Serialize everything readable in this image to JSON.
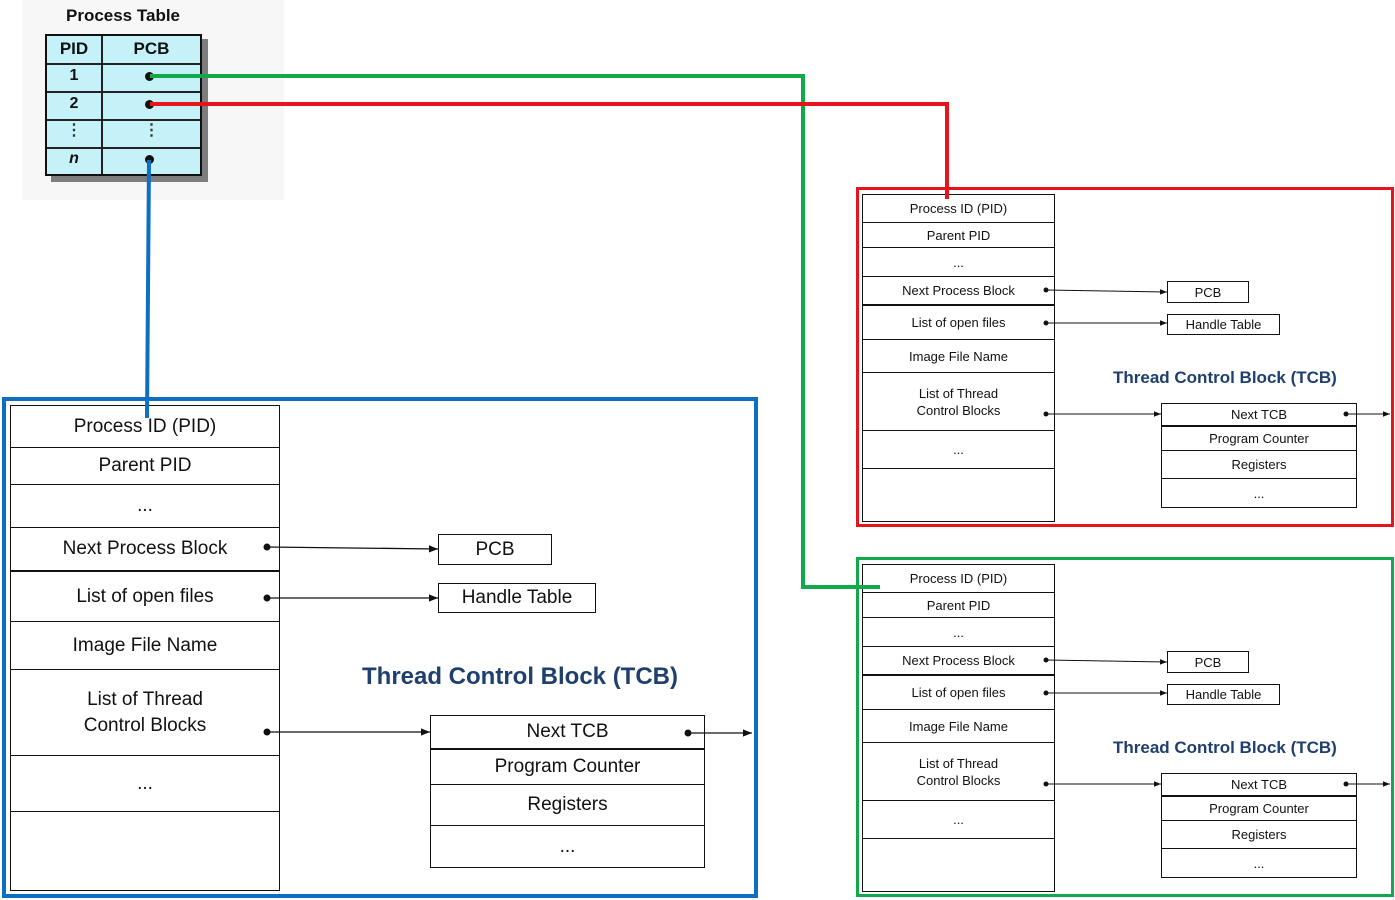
{
  "process_table": {
    "title": "Process Table",
    "headers": {
      "pid": "PID",
      "pcb": "PCB"
    },
    "rows": [
      {
        "pid": "1",
        "pcb": "•"
      },
      {
        "pid": "2",
        "pcb": "•"
      },
      {
        "pid": "⋮",
        "pcb": "⋮"
      },
      {
        "pid": "n",
        "pcb": "•"
      }
    ]
  },
  "pcb_block": {
    "fields": [
      "Process ID (PID)",
      "Parent PID",
      "...",
      "Next Process Block",
      "List of open files",
      "Image File Name",
      "List of Thread\nControl Blocks",
      "...",
      ""
    ],
    "pcb_box": "PCB",
    "handle_table_box": "Handle Table",
    "tcb_title": "Thread Control Block (TCB)",
    "tcb_fields": [
      "Next TCB",
      "Program Counter",
      "Registers",
      "..."
    ]
  },
  "colors": {
    "blue_frame": "#0d6fc4",
    "red_frame": "#e8141b",
    "green_frame": "#12a94a",
    "tcb_title": "#1f3f6e",
    "table_fill": "#c5f2f9"
  }
}
